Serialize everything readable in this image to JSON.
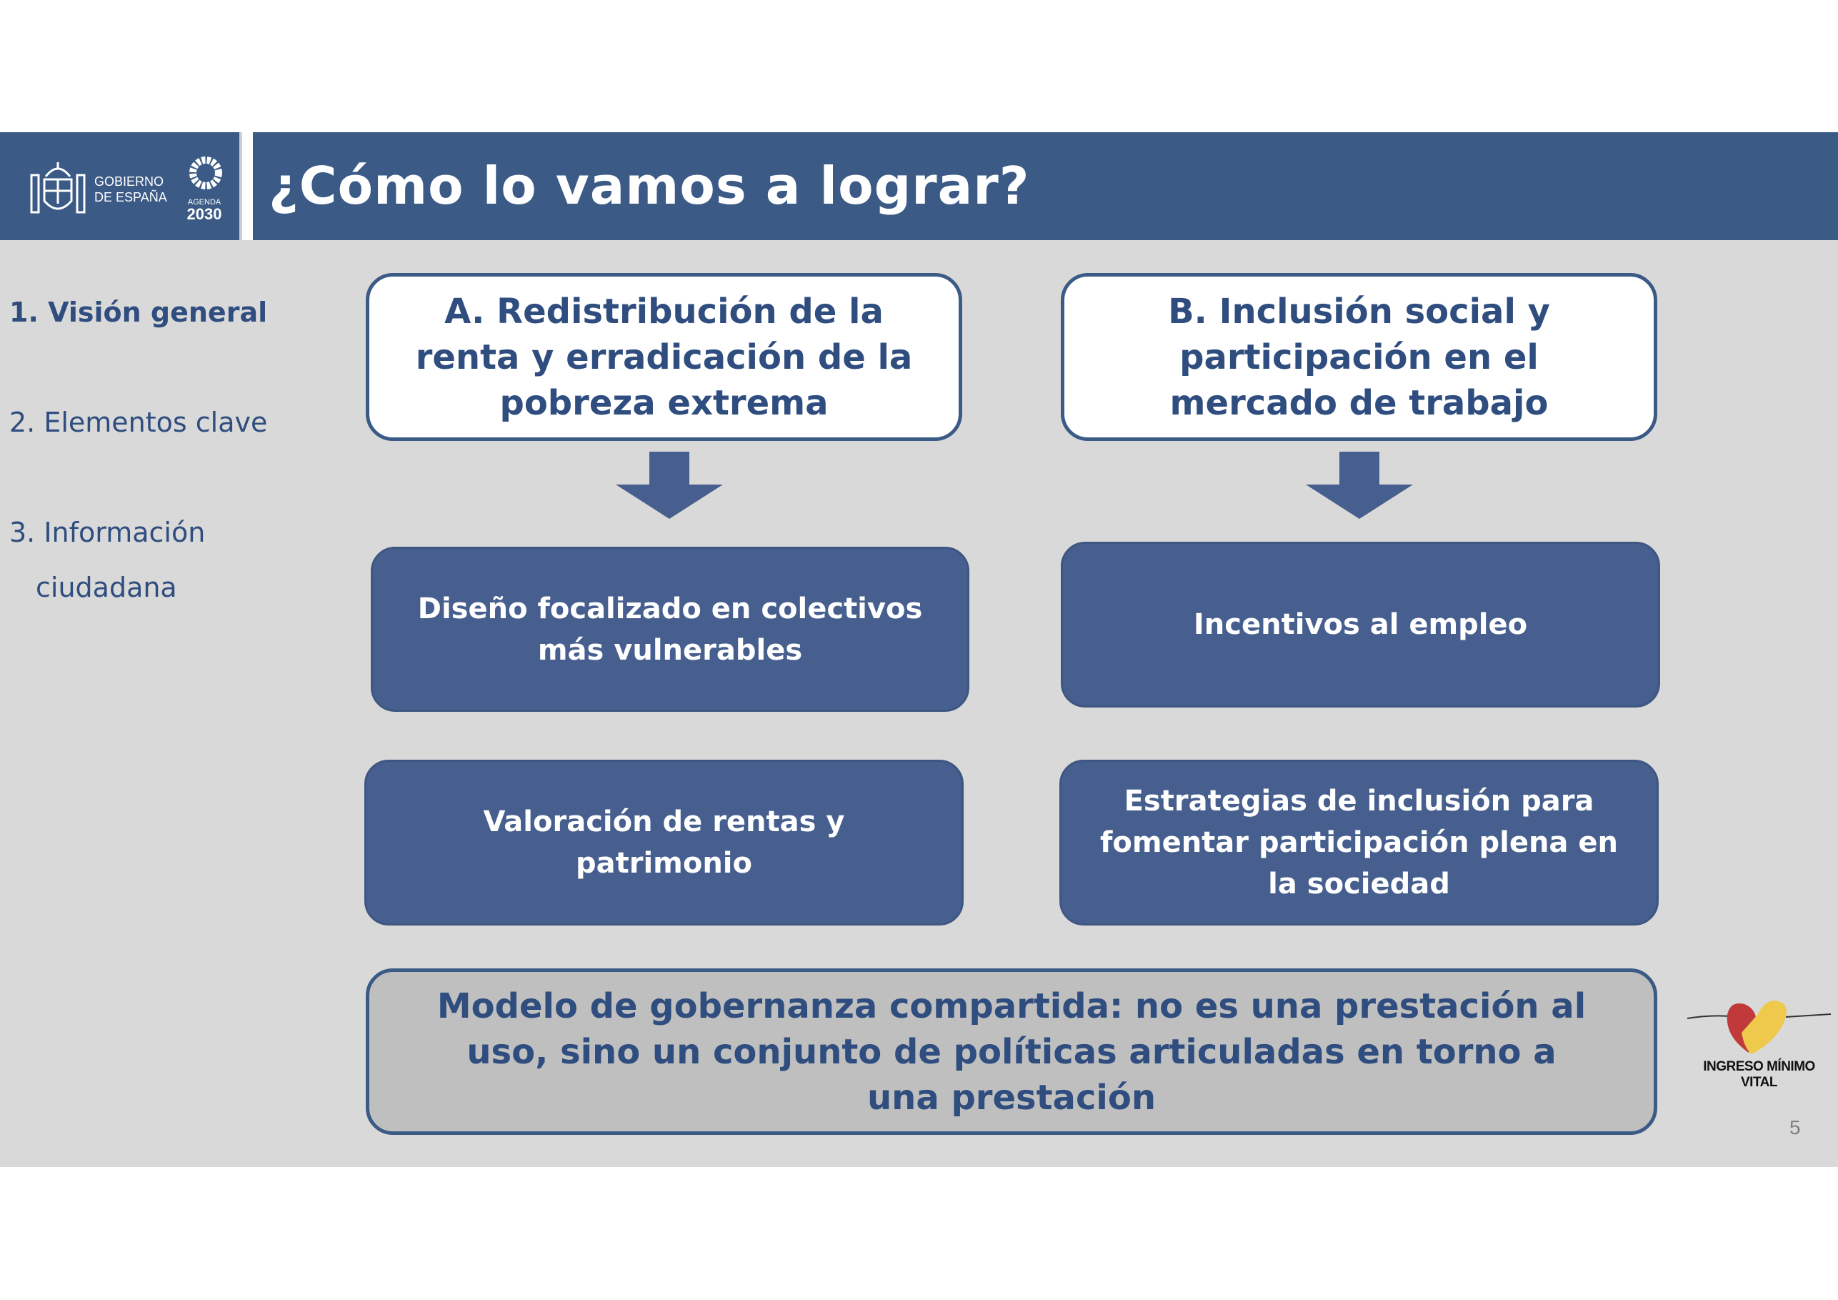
{
  "header": {
    "title": "¿Cómo lo vamos a lograr?",
    "gov_logo_text": "GOBIERNO DE ESPAÑA",
    "gov_line1": "GOBIERNO",
    "gov_line2": "DE ESPAÑA",
    "agenda_label": "AGENDA",
    "agenda_year": "2030"
  },
  "sidebar": {
    "items": [
      {
        "label": "1. Visión general"
      },
      {
        "label": "2. Elementos clave"
      },
      {
        "label": "3. Información"
      },
      {
        "label": "ciudadana"
      }
    ]
  },
  "columns": {
    "a": {
      "heading": "A. Redistribución de la renta y erradicación de la pobreza extrema",
      "items": [
        "Diseño focalizado en colectivos más vulnerables",
        "Valoración de rentas y patrimonio"
      ]
    },
    "b": {
      "heading": "B. Inclusión social y participación en el mercado de trabajo",
      "items": [
        "Incentivos al empleo",
        "Estrategias de inclusión para fomentar participación plena en la sociedad"
      ]
    }
  },
  "footer_box": "Modelo de gobernanza compartida: no es una prestación al uso, sino un conjunto de políticas articuladas en torno a una prestación",
  "brand": {
    "imv_logo": "INGRESO MÍNIMO VITAL"
  },
  "page_number": "5",
  "colors": {
    "header": "#3b5a86",
    "box_fill": "#475f8e",
    "text": "#2f4d7e",
    "background": "#d9d9d9"
  }
}
